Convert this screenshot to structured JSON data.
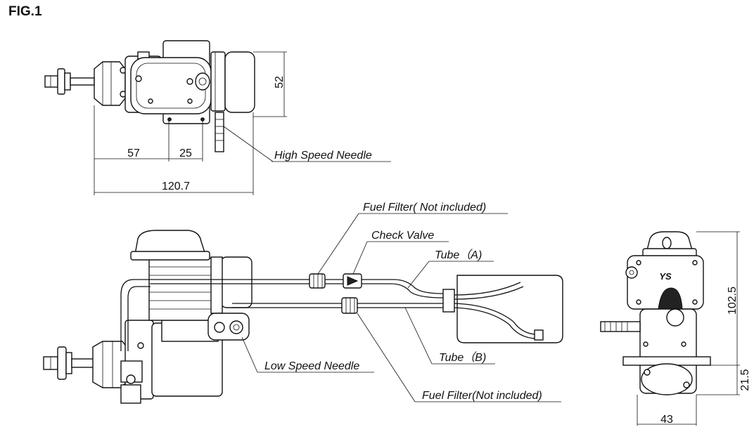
{
  "figure_label": "FIG.1",
  "dimensions": {
    "height_top": "52",
    "front_offset": "57",
    "mount_spacing": "25",
    "overall_length": "120.7",
    "overall_height": "102.5",
    "lower_height": "21.5",
    "width": "43"
  },
  "callouts": {
    "high_speed_needle": "High Speed Needle",
    "fuel_filter_top": "Fuel Filter( Not included)",
    "check_valve": "Check Valve",
    "tube_a": "Tube（A)",
    "tube_b": "Tube（B)",
    "low_speed_needle": "Low Speed Needle",
    "fuel_filter_bottom": "Fuel Filter(Not included)"
  },
  "logo_text": "YS"
}
